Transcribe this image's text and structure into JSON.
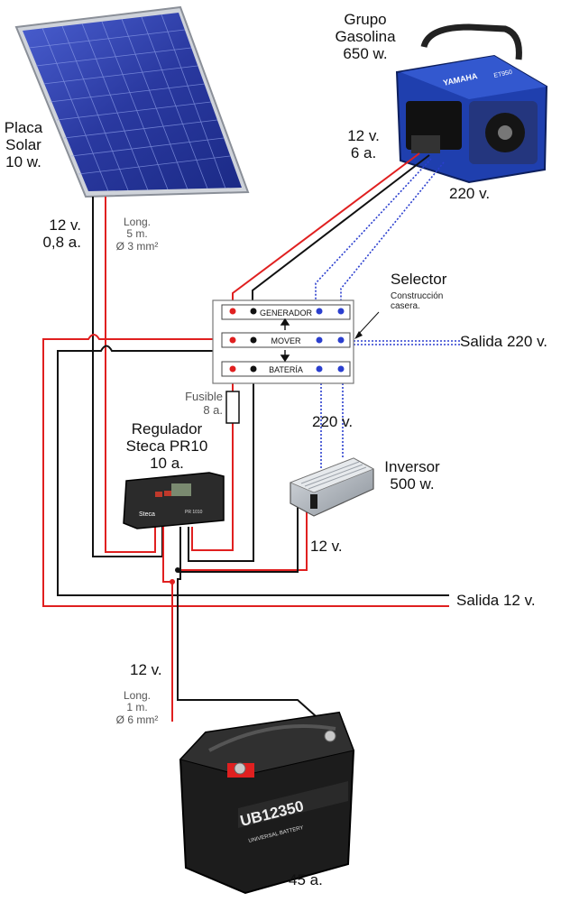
{
  "solar": {
    "name": [
      "Placa",
      "Solar"
    ],
    "power": "10 w.",
    "voltage": "12 v.",
    "current": "0,8 a.",
    "cable": [
      "Long.",
      "5 m.",
      "Ø 3 mm²"
    ]
  },
  "generator": {
    "name": [
      "Grupo",
      "Gasolina"
    ],
    "power": "650 w.",
    "voltage": "12 v.",
    "current": "6 a.",
    "ac": "220 v.",
    "brand": "YAMAHA",
    "model": "ET950"
  },
  "selector": {
    "title": "Selector",
    "note": [
      "Construcción",
      "casera."
    ],
    "rows": [
      "GENERADOR",
      "MOVER",
      "BATERÍA"
    ]
  },
  "outputs": {
    "ac": "Salida 220 v.",
    "dc": "Salida 12 v."
  },
  "fuse": {
    "name": "Fusible",
    "rating": "8 a."
  },
  "regulator": {
    "name": [
      "Regulador",
      "Steca PR10"
    ],
    "current": "10 a.",
    "logo": "Steca",
    "model": "PR 1010"
  },
  "inverter": {
    "ac": "220 v.",
    "name": "Inversor",
    "power": "500 w.",
    "dc": "12 v."
  },
  "battery": {
    "voltage": "12 v.",
    "cable": [
      "Long.",
      "1 m.",
      "Ø 6 mm²"
    ],
    "model": "UB12350",
    "brand": "UNIVERSAL BATTERY",
    "capacity": "45 a."
  },
  "colors": {
    "positive": "#e02020",
    "negative": "#111111",
    "ac": "#2b3fcf",
    "panel": "#2d3ea8",
    "generator": "#1f3fae",
    "battery": "#1c1c1c"
  }
}
